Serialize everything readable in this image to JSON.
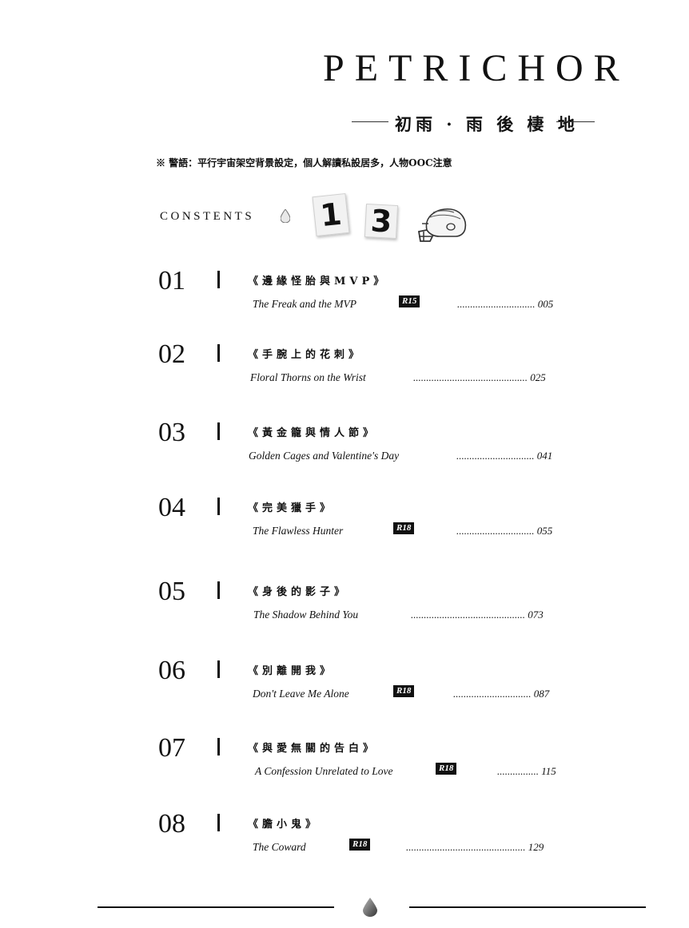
{
  "header": {
    "title": "PETRICHOR",
    "subtitle": "初雨 · 雨 後 棲 地",
    "warning": "※ 警語：平行宇宙架空背景設定，個人解讀私設居多，人物OOC注意"
  },
  "contents": {
    "label": "CONSTENTS",
    "cards": [
      "1",
      "3"
    ]
  },
  "entries": [
    {
      "num": "01",
      "cn": "《邊緣怪胎與MVP》",
      "en": "The Freak and the MVP",
      "rating": "R15",
      "dots": "..............................",
      "page": "005"
    },
    {
      "num": "02",
      "cn": "《手腕上的花刺》",
      "en": "Floral Thorns on the Wrist",
      "rating": "",
      "dots": "............................................",
      "page": "025"
    },
    {
      "num": "03",
      "cn": "《黃金籠與情人節》",
      "en": "Golden Cages and Valentine's Day",
      "rating": "",
      "dots": "..............................",
      "page": "041"
    },
    {
      "num": "04",
      "cn": "《完美獵手》",
      "en": "The Flawless Hunter",
      "rating": "R18",
      "dots": "..............................",
      "page": "055"
    },
    {
      "num": "05",
      "cn": "《身後的影子》",
      "en": "The Shadow Behind You",
      "rating": "",
      "dots": "............................................",
      "page": "073"
    },
    {
      "num": "06",
      "cn": "《別離開我》",
      "en": "Don't Leave Me Alone",
      "rating": "R18",
      "dots": "..............................",
      "page": "087"
    },
    {
      "num": "07",
      "cn": "《與愛無關的告白》",
      "en": "A Confession Unrelated to Love",
      "rating": "R18",
      "dots": "................",
      "page": "115"
    },
    {
      "num": "08",
      "cn": "《膽小鬼》",
      "en": "The Coward",
      "rating": "R18",
      "dots": "..............................................",
      "page": "129"
    }
  ]
}
